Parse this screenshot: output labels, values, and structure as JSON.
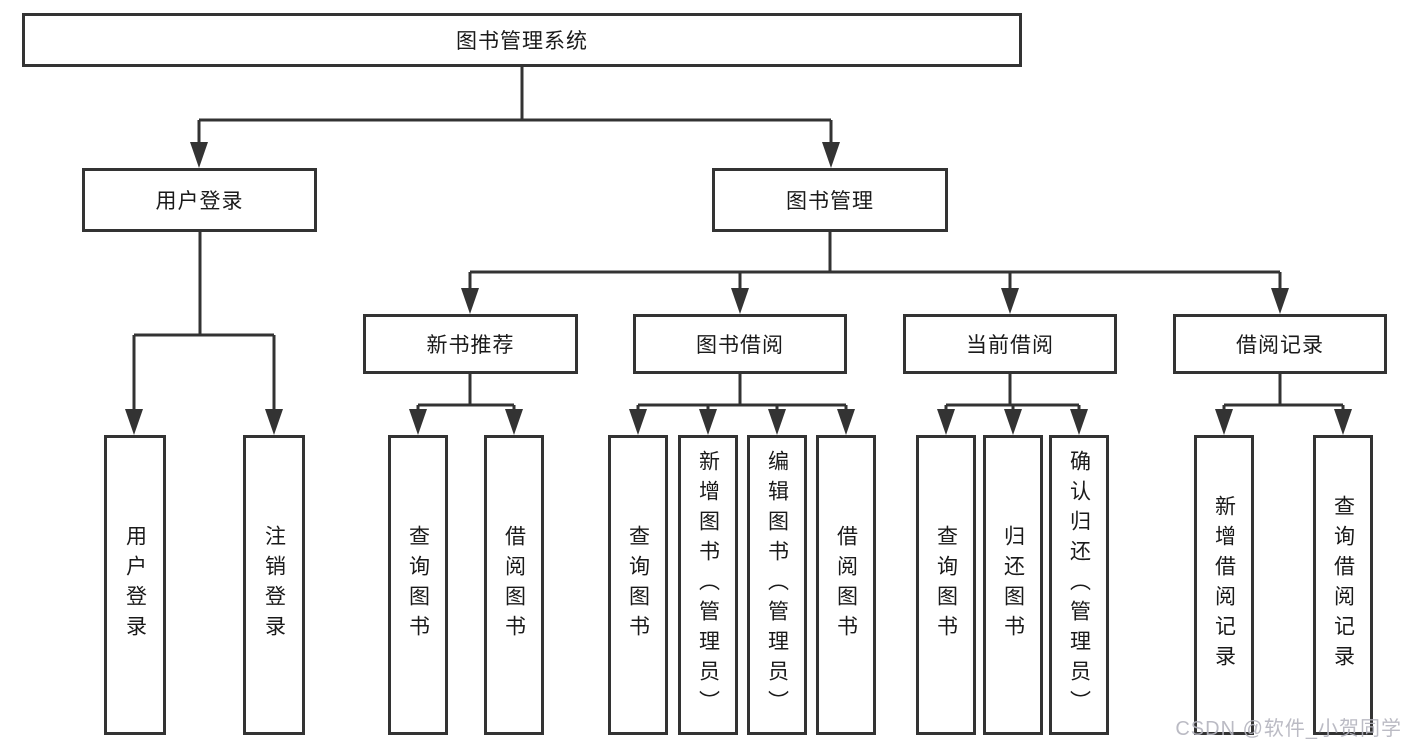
{
  "diagram": {
    "root": {
      "label": "图书管理系统"
    },
    "branches": [
      {
        "label": "用户登录",
        "children": [
          {
            "label": "用户登录"
          },
          {
            "label": "注销登录"
          }
        ]
      },
      {
        "label": "图书管理",
        "children": [
          {
            "label": "新书推荐",
            "children": [
              {
                "label": "查询图书"
              },
              {
                "label": "借阅图书"
              }
            ]
          },
          {
            "label": "图书借阅",
            "children": [
              {
                "label": "查询图书"
              },
              {
                "label": "新增图书（管理员）"
              },
              {
                "label": "编辑图书（管理员）"
              },
              {
                "label": "借阅图书"
              }
            ]
          },
          {
            "label": "当前借阅",
            "children": [
              {
                "label": "查询图书"
              },
              {
                "label": "归还图书"
              },
              {
                "label": "确认归还（管理员）"
              }
            ]
          },
          {
            "label": "借阅记录",
            "children": [
              {
                "label": "新增借阅记录"
              },
              {
                "label": "查询借阅记录"
              }
            ]
          }
        ]
      }
    ]
  },
  "watermark": {
    "text": "CSDN @软件_小贺同学"
  },
  "colors": {
    "line": "#333333",
    "box_border": "#333333",
    "box_fill": "#ffffff",
    "text": "#1a1a1a",
    "background": "#ffffff",
    "watermark": "#b4b4be"
  }
}
